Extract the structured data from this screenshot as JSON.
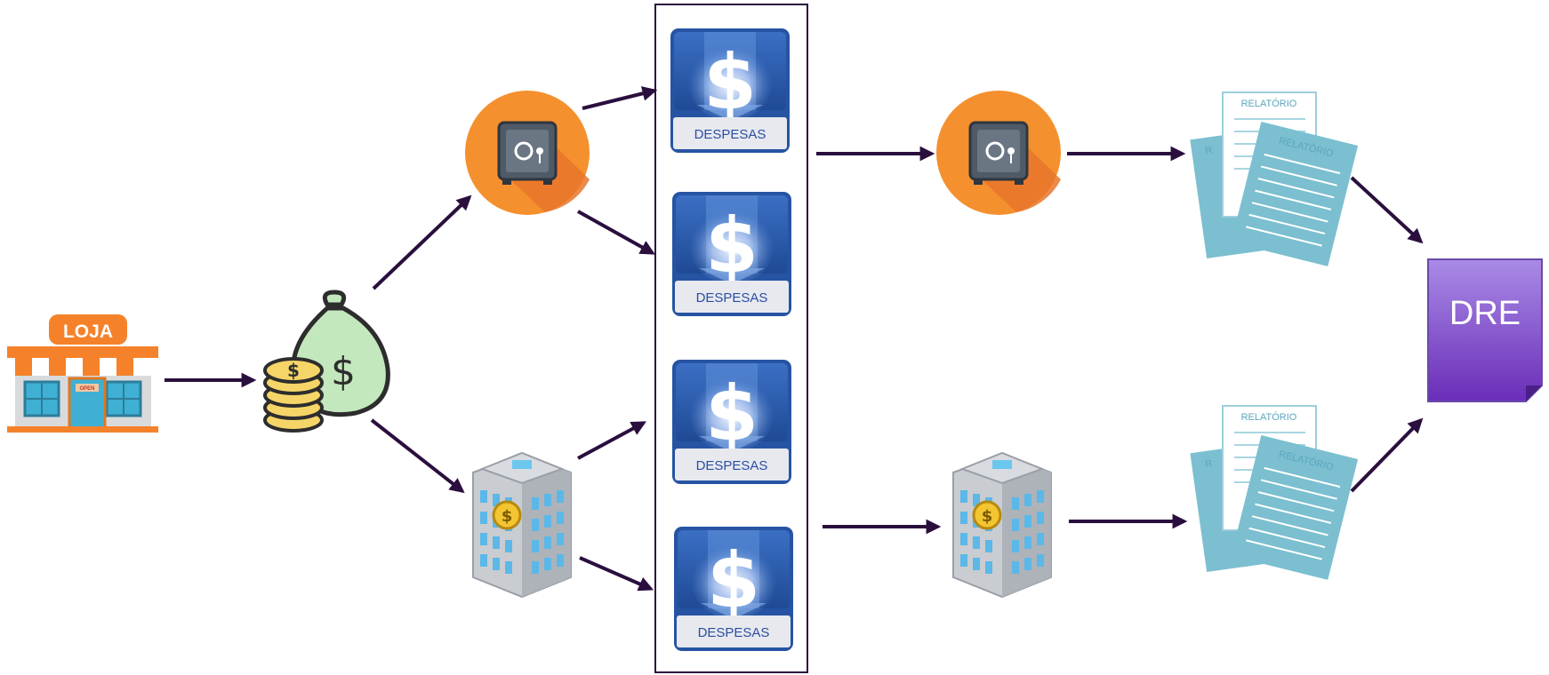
{
  "store": {
    "sign_label": "LOJA",
    "door_label": "OPEN",
    "icon": "store-icon"
  },
  "money": {
    "icon": "money-bag-coins-icon",
    "symbol": "$"
  },
  "safes": [
    {
      "icon": "safe-icon"
    },
    {
      "icon": "safe-icon"
    }
  ],
  "banks": [
    {
      "icon": "bank-building-icon",
      "symbol": "$"
    },
    {
      "icon": "bank-building-icon",
      "symbol": "$"
    }
  ],
  "expenses": {
    "symbol": "$",
    "tiles": [
      {
        "label": "DESPESAS"
      },
      {
        "label": "DESPESAS"
      },
      {
        "label": "DESPESAS"
      },
      {
        "label": "DESPESAS"
      }
    ]
  },
  "reports": [
    {
      "label_top": "RELATÓRIO",
      "label_front": "RELATÓRIO",
      "label_back": "R"
    },
    {
      "label_top": "RELATÓRIO",
      "label_front": "RELATÓRIO",
      "label_back": "R"
    }
  ],
  "dre": {
    "label": "DRE"
  },
  "colors": {
    "arrow": "#2a0f3e",
    "safe_circle": "#f5902e",
    "safe_shadow": "#e9752a",
    "safe_body": "#4f5a66",
    "expense_blue": "#2654a3",
    "expense_label_bg": "#e7e9ef",
    "report_blue": "#7bbfd0",
    "dre_purple": "#7a3fc4",
    "store_orange": "#f5822a",
    "bag_green": "#c4e8be"
  }
}
